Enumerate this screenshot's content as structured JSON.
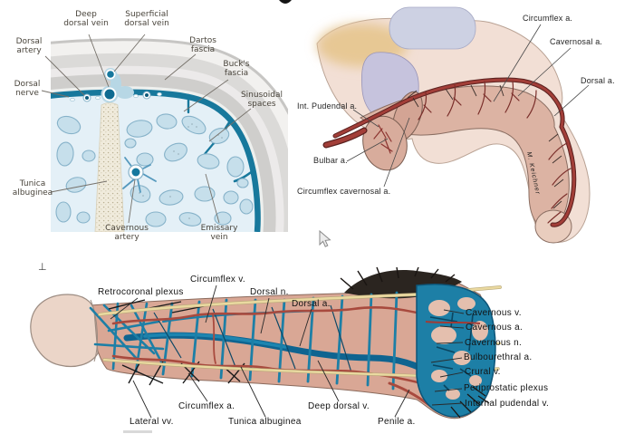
{
  "slide": {
    "description": "Penile anatomy diagrams: cross-section, arterial supply, venous drainage",
    "corner_mark": "⊥"
  },
  "figures": {
    "cross_section": {
      "labels": {
        "deep_dorsal_vein": "Deep\ndorsal vein",
        "superficial_dorsal_vein": "Superficial\ndorsal vein",
        "dorsal_artery": "Dorsal\nartery",
        "dorsal_nerve": "Dorsal\nnerve",
        "dartos_fascia": "Dartos\nfascia",
        "bucks_fascia": "Buck's\nfascia",
        "sinusoidal_spaces": "Sinusoidal\nspaces",
        "tunica_albuginea": "Tunica\nalbuginea",
        "cavernous_artery": "Cavernous\nartery",
        "emissary_vein": "Emissary\nvein"
      }
    },
    "arterial": {
      "labels": {
        "circumflex_a": "Circumflex a.",
        "cavernosal_a": "Cavernosal a.",
        "dorsal_a": "Dorsal a.",
        "int_pudendal_a": "Int. Pudendal a.",
        "bulbar_a": "Bulbar a.",
        "circumflex_cavernosal_a": "Circumflex cavernosal a."
      },
      "signature": "M. Keichner"
    },
    "venous": {
      "labels": {
        "retrocoronal_plexus": "Retrocoronal plexus",
        "circumflex_v": "Circumflex v.",
        "dorsal_n": "Dorsal n.",
        "dorsal_a": "Dorsal a.",
        "cavernous_v": "Cavernous v.",
        "cavernous_a": "Cavernous a.",
        "cavernous_n": "Cavernous n.",
        "bulbourethral_a": "Bulbourethral a.",
        "crural_v": "Crural v.",
        "periprostatic_plexus": "Periprostatic plexus",
        "internal_pudendal_v": "Internal pudendal v.",
        "circumflex_a": "Circumflex a.",
        "tunica_albuginea": "Tunica albuginea",
        "deep_dorsal_v": "Deep dorsal v.",
        "penile_a": "Penile a.",
        "lateral_vv": "Lateral vv."
      }
    }
  },
  "colors": {
    "vein_teal": "#17789c",
    "vein_blue": "#1d7fa6",
    "artery_red": "#a03c36",
    "nerve_yellow": "#ead9a0",
    "skin_light": "#f2dfd5",
    "shaft_pink": "#d9a795",
    "sinusoid_blue": "#c6dfeb",
    "lavender": "#c6c3dd",
    "tan": "#e7c894"
  }
}
